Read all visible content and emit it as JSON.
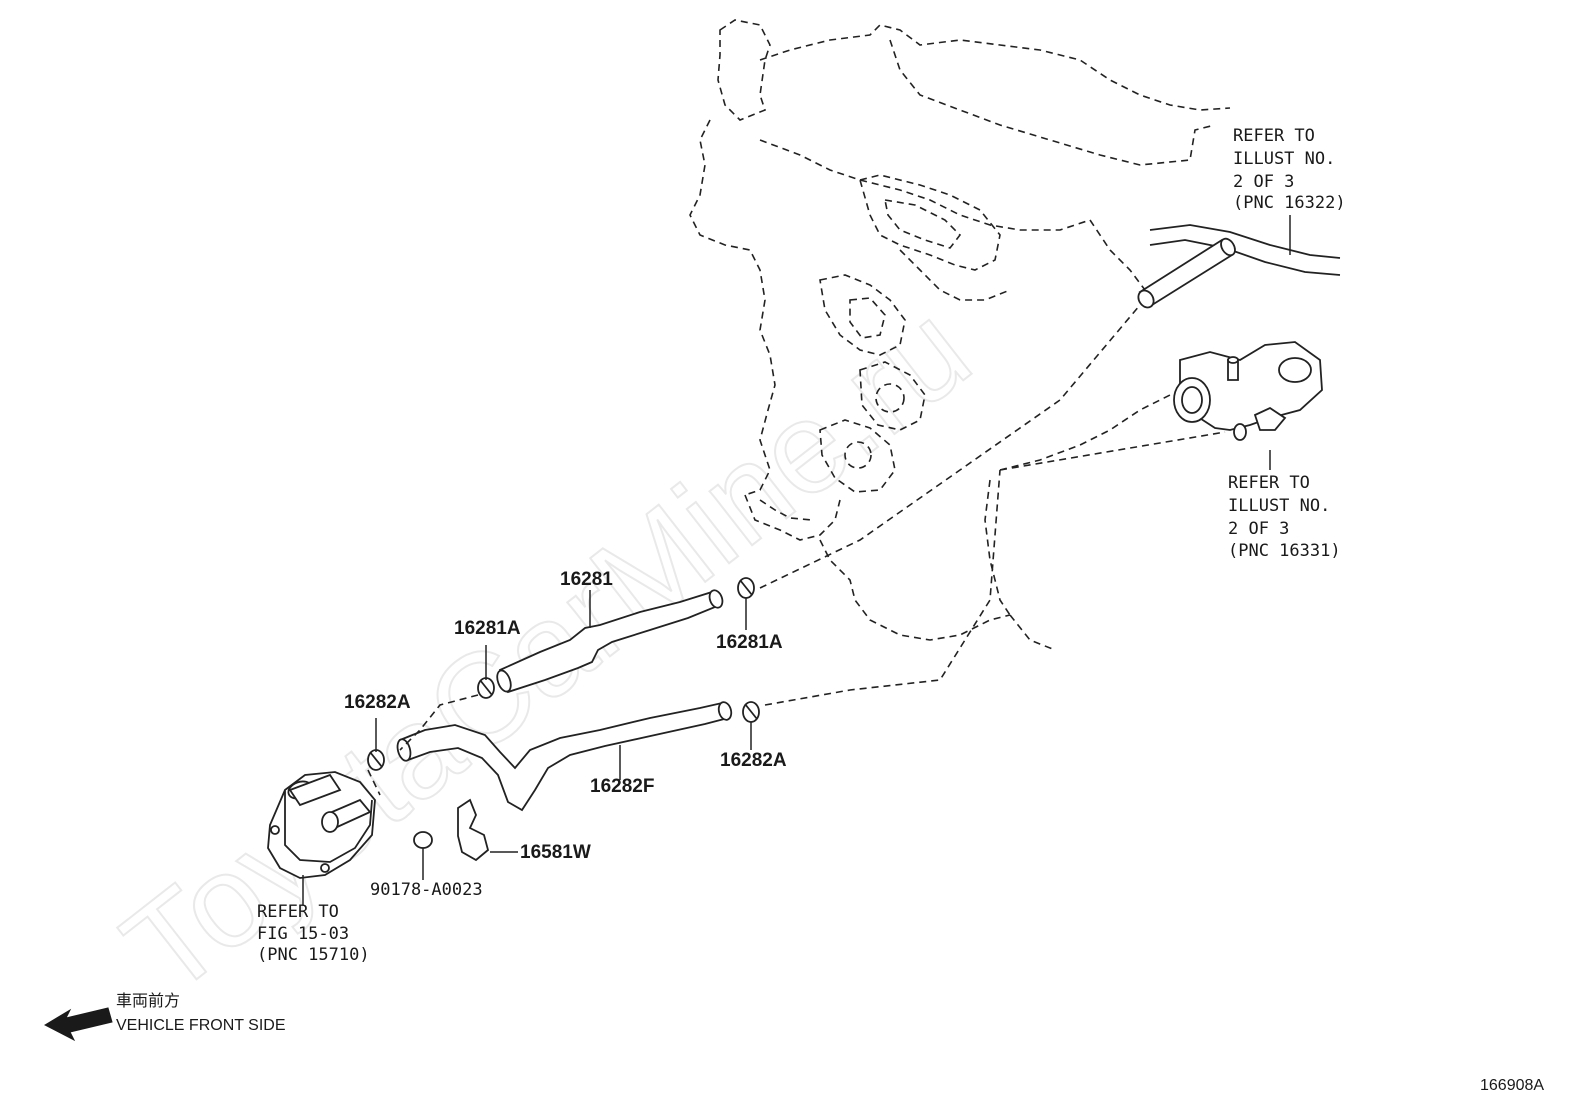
{
  "watermark": "ToyotaCarMine.ru",
  "diagram_id": "166908A",
  "direction": {
    "jp": "車両前方",
    "en": "VEHICLE FRONT SIDE",
    "icon": "arrow-left-icon"
  },
  "refs": {
    "top_right": [
      "REFER TO",
      "ILLUST NO.",
      "2 OF 3",
      "(PNC 16322)"
    ],
    "mid_right": [
      "REFER TO",
      "ILLUST NO.",
      "2 OF 3",
      "(PNC 16331)"
    ],
    "bottom_left": [
      "REFER TO",
      "FIG 15-03",
      "(PNC 15710)"
    ]
  },
  "parts": {
    "p16281": "16281",
    "p16281A_left": "16281A",
    "p16281A_right": "16281A",
    "p16282A_left": "16282A",
    "p16282A_right": "16282A",
    "p16282F": "16282F",
    "p16581W": "16581W",
    "p90178": "90178-A0023"
  }
}
